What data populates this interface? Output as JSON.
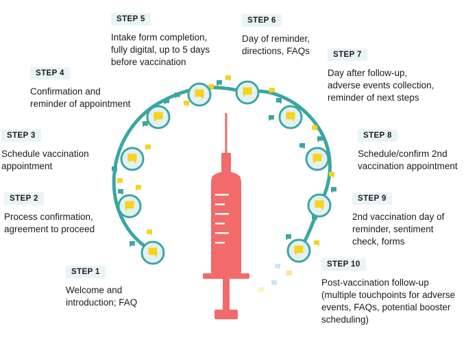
{
  "colors": {
    "ring": "#3aa6a3",
    "node_fill": "#e3f1f3",
    "message_yellow": "#f7d31a",
    "message_teal": "#3aa6a3",
    "syringe": "#f26a6a",
    "badge_bg": "#e9f4f6"
  },
  "icons": {
    "node": "chat-bubble-icon",
    "scatter": "message-icon",
    "center": "syringe-icon"
  },
  "steps": [
    {
      "label": "STEP 1",
      "text": "Welcome and\nintroduction; FAQ"
    },
    {
      "label": "STEP 2",
      "text": "Process confirmation,\nagreement to proceed"
    },
    {
      "label": "STEP 3",
      "text": "Schedule vaccination\nappointment"
    },
    {
      "label": "STEP 4",
      "text": "Confirmation and\nreminder of appointment"
    },
    {
      "label": "STEP 5",
      "text": "Intake form completion,\nfully digital, up to 5 days\nbefore vaccination"
    },
    {
      "label": "STEP 6",
      "text": "Day of reminder,\ndirections, FAQs"
    },
    {
      "label": "STEP 7",
      "text": "Day after follow-up,\nadverse events collection,\nreminder of next steps"
    },
    {
      "label": "STEP 8",
      "text": "Schedule/confirm 2nd\nvaccination appointment"
    },
    {
      "label": "STEP 9",
      "text": "2nd vaccination day of\nreminder, sentiment\ncheck, forms"
    },
    {
      "label": "STEP 10",
      "text": "Post-vaccination follow-up\n(multiple touchpoints for adverse\nevents, FAQs, potential booster\nscheduling)"
    }
  ]
}
